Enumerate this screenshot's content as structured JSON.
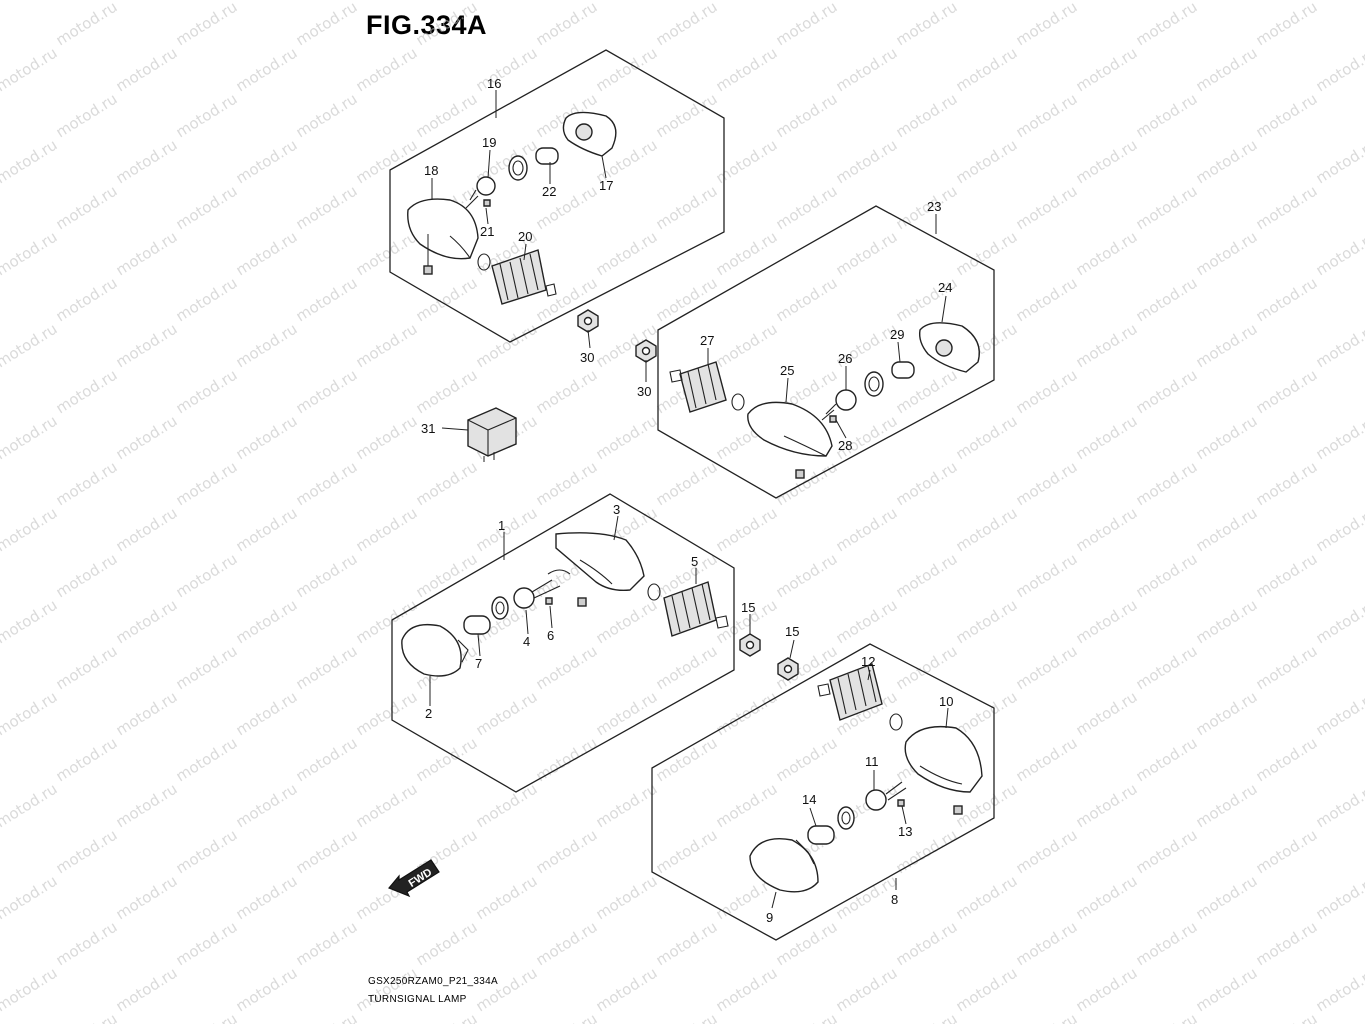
{
  "figure": {
    "title": "FIG.334A",
    "model_code": "GSX250RZAM0_P21_334A",
    "caption": "TURNSIGNAL LAMP",
    "direction_label": "FWD",
    "watermark": "motod.ru"
  },
  "callouts": [
    "1",
    "2",
    "3",
    "4",
    "5",
    "6",
    "7",
    "8",
    "9",
    "10",
    "11",
    "12",
    "13",
    "14",
    "15",
    "15",
    "16",
    "17",
    "18",
    "19",
    "20",
    "21",
    "22",
    "23",
    "24",
    "25",
    "26",
    "27",
    "28",
    "29",
    "30",
    "30",
    "31"
  ]
}
